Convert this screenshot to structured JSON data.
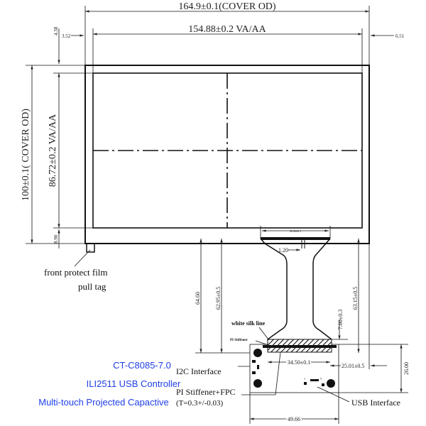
{
  "dimensions": {
    "cover_width": "164.9±0.1(COVER OD)",
    "va_width": "154.88±0.2  VA/AA",
    "cover_height": "100±0.1( COVER OD)",
    "va_height": "86.72±0.2 VA/AA",
    "top_margin": "4.38",
    "left_margin": "3.52",
    "right_margin": "6.51",
    "bottom_margin": "8.90",
    "fpc_top_width": "36.80±0.1",
    "fpc_slot": "1.20",
    "fpc_length_total": "64.60",
    "fpc_length_left": "62.95±0.5",
    "fpc_length_right": "63.15±0.5",
    "stiffener_height": "7.00±0.3",
    "stiffener_width": "34.50±0.1",
    "fpc_offset": "25.01±0.5",
    "board_height": "26.00",
    "board_width": "49.66"
  },
  "labels": {
    "pull_tag_1": "front protect film",
    "pull_tag_2": "pull tag",
    "white_silk": "white silk line",
    "pi_stiffener": "PI Stiffener",
    "i2c": "I2C Interface",
    "pi_fpc_1": "PI Stiffener+FPC",
    "pi_fpc_2": "(T=0.3+/-0.03)",
    "usb": "USB Interface",
    "pin1": "1",
    "pin5": "5"
  },
  "product": {
    "model": "CT-C8085-7.0",
    "controller": "ILI2511 USB Controller",
    "type": "Multi-touch Projected Capactive",
    "color": "#1f3fe6"
  }
}
